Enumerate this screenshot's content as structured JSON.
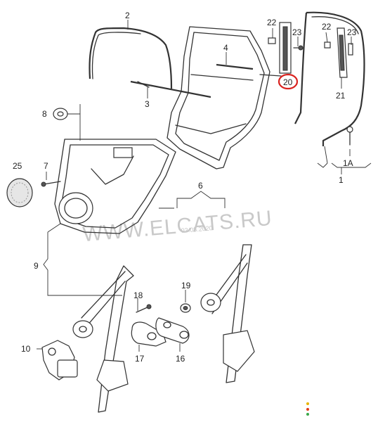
{
  "watermark": {
    "text": "WWW.ELCATS.RU",
    "date": "03.08.2020"
  },
  "callouts": [
    {
      "id": "c2",
      "label": "2"
    },
    {
      "id": "c4",
      "label": "4"
    },
    {
      "id": "c3",
      "label": "3"
    },
    {
      "id": "c22a",
      "label": "22"
    },
    {
      "id": "c23a",
      "label": "23"
    },
    {
      "id": "c20",
      "label": "20",
      "highlighted": true
    },
    {
      "id": "c22b",
      "label": "22"
    },
    {
      "id": "c23b",
      "label": "23"
    },
    {
      "id": "c21",
      "label": "21"
    },
    {
      "id": "c8",
      "label": "8"
    },
    {
      "id": "c25",
      "label": "25"
    },
    {
      "id": "c7",
      "label": "7"
    },
    {
      "id": "c1A",
      "label": "1A"
    },
    {
      "id": "c1",
      "label": "1"
    },
    {
      "id": "c6",
      "label": "6"
    },
    {
      "id": "c9",
      "label": "9"
    },
    {
      "id": "c18",
      "label": "18"
    },
    {
      "id": "c19",
      "label": "19"
    },
    {
      "id": "c10",
      "label": "10"
    },
    {
      "id": "c17",
      "label": "17"
    },
    {
      "id": "c16",
      "label": "16"
    }
  ],
  "colors": {
    "highlight": "#d9221f",
    "line": "#333333",
    "watermark": "#c9c9c9",
    "status_dots": [
      "#e8b400",
      "#e23a1c",
      "#3aa84a"
    ]
  }
}
